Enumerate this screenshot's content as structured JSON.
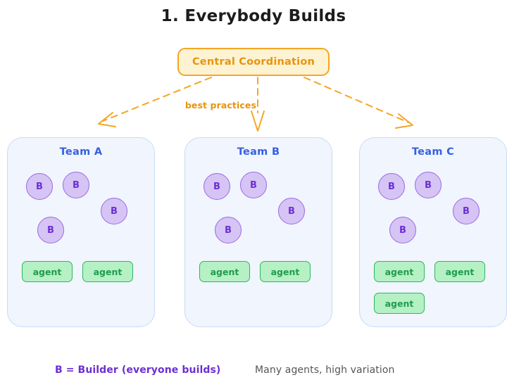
{
  "title": "1. Everybody Builds",
  "central": {
    "label": "Central Coordination",
    "fill": "#fdf3d2",
    "stroke": "#f5a623",
    "text_color": "#e8940c"
  },
  "arrows": {
    "label": "best practices",
    "color": "#f5a623",
    "style": "dashed",
    "count": 3,
    "targets": [
      "Team A",
      "Team B",
      "Team C"
    ]
  },
  "teams": [
    {
      "name": "Team A",
      "builders": [
        {
          "label": "B"
        },
        {
          "label": "B"
        },
        {
          "label": "B"
        },
        {
          "label": "B"
        }
      ],
      "agents": [
        {
          "label": "agent"
        },
        {
          "label": "agent"
        }
      ]
    },
    {
      "name": "Team B",
      "builders": [
        {
          "label": "B"
        },
        {
          "label": "B"
        },
        {
          "label": "B"
        },
        {
          "label": "B"
        }
      ],
      "agents": [
        {
          "label": "agent"
        },
        {
          "label": "agent"
        }
      ]
    },
    {
      "name": "Team C",
      "builders": [
        {
          "label": "B"
        },
        {
          "label": "B"
        },
        {
          "label": "B"
        },
        {
          "label": "B"
        }
      ],
      "agents": [
        {
          "label": "agent"
        },
        {
          "label": "agent"
        },
        {
          "label": "agent"
        }
      ]
    }
  ],
  "legend": {
    "builder_key": "B = Builder (everyone builds)",
    "note": "Many agents, high variation",
    "builder_color": "#6c2fd4",
    "note_color": "#565656"
  },
  "colors": {
    "panel_fill": "#f1f5fd",
    "panel_stroke": "#c7dcf4",
    "team_title": "#3661e0",
    "builder_fill": "#d6c4f5",
    "builder_stroke": "#9a6ae8",
    "agent_fill": "#b6f0c5",
    "agent_stroke": "#2eb85c",
    "agent_text": "#1f9d4d",
    "background": "#ffffff"
  }
}
